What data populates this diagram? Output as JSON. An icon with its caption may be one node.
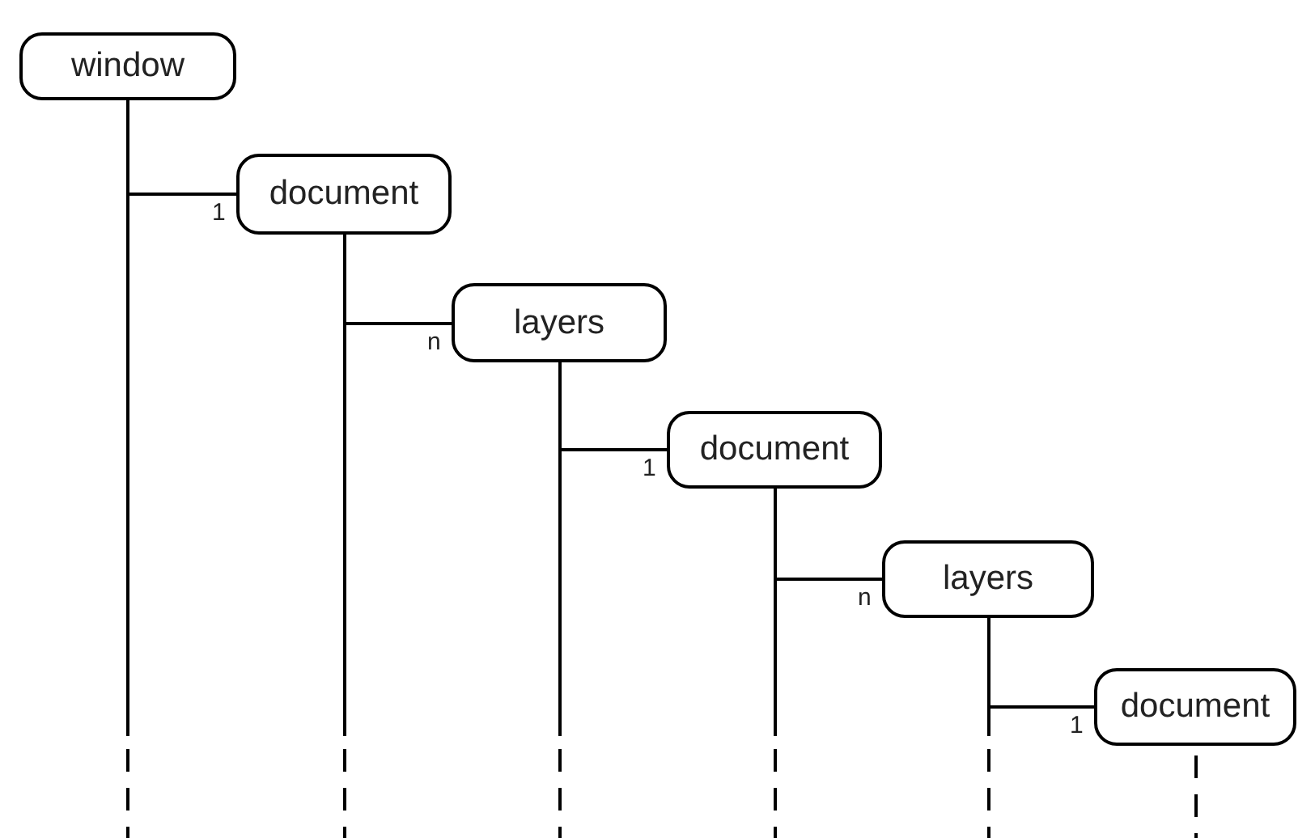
{
  "diagram": {
    "nodes": [
      {
        "text": [
          "window"
        ]
      },
      {
        "text": [
          "document"
        ]
      },
      {
        "text": [
          "layers"
        ]
      },
      {
        "text": [
          "document"
        ]
      },
      {
        "text": [
          "layers"
        ]
      },
      {
        "text": [
          "document"
        ]
      }
    ],
    "edges": [
      {
        "from": 0,
        "to": 1,
        "arrow": "none",
        "label": "1"
      },
      {
        "from": 1,
        "to": 2,
        "arrow": "none",
        "label": "n"
      },
      {
        "from": 2,
        "to": 3,
        "arrow": "none",
        "label": "1"
      },
      {
        "from": 3,
        "to": 4,
        "arrow": "none",
        "label": "n"
      },
      {
        "from": 4,
        "to": 5,
        "arrow": "none",
        "label": "1"
      },
      {
        "from": 0,
        "to": null,
        "arrow": "none",
        "style": "dashed"
      },
      {
        "from": 1,
        "to": null,
        "arrow": "none",
        "style": "dashed"
      },
      {
        "from": 2,
        "to": null,
        "arrow": "none",
        "style": "dashed"
      },
      {
        "from": 3,
        "to": null,
        "arrow": "none",
        "style": "dashed"
      },
      {
        "from": 4,
        "to": null,
        "arrow": "none",
        "style": "dashed"
      },
      {
        "from": 5,
        "to": null,
        "arrow": "none",
        "style": "dashed"
      }
    ]
  }
}
